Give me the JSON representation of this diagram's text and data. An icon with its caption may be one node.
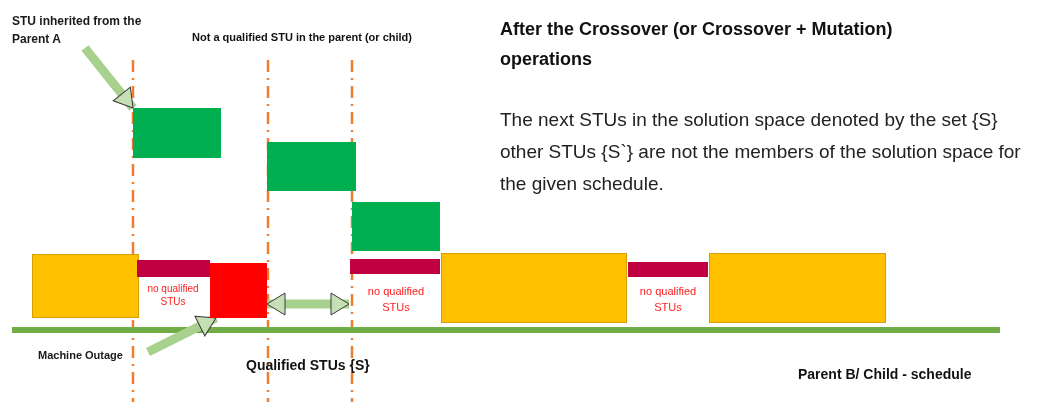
{
  "diagram": {
    "title": "After the Crossover (or Crossover + Mutation) operations",
    "nodes": [
      {
        "text": [
          "STU inherited from the Parent A"
        ]
      },
      {
        "text": [],
        "shape": "box"
      },
      {
        "text": [],
        "shape": "box"
      },
      {
        "text": [],
        "shape": "box"
      },
      {
        "text": [],
        "shape": "box"
      },
      {
        "text": [],
        "shape": "bar"
      },
      {
        "text": [],
        "shape": "box"
      },
      {
        "text": [],
        "shape": "bar"
      },
      {
        "text": [],
        "shape": "box"
      },
      {
        "text": [],
        "shape": "bar"
      },
      {
        "text": [],
        "shape": "box"
      },
      {
        "text": [
          "Machine Outage"
        ]
      }
    ],
    "edges": [
      {
        "from": 0,
        "to": 1,
        "arrow": "to"
      },
      {
        "from": 11,
        "to": 6,
        "arrow": "to"
      },
      {
        "from": 6,
        "to": 7,
        "arrow": "both"
      }
    ],
    "labels": [
      "Not a qualified STU in the parent (or child)",
      "The next STUs in the solution space denoted by the set {S} other STUs {S`} are not the members of the solution space for the given schedule.",
      "no qualified STUs",
      "no qualified STUs",
      "Qualified STUs {S}",
      "no qualified STUs",
      "Parent B/ Child - schedule"
    ]
  }
}
